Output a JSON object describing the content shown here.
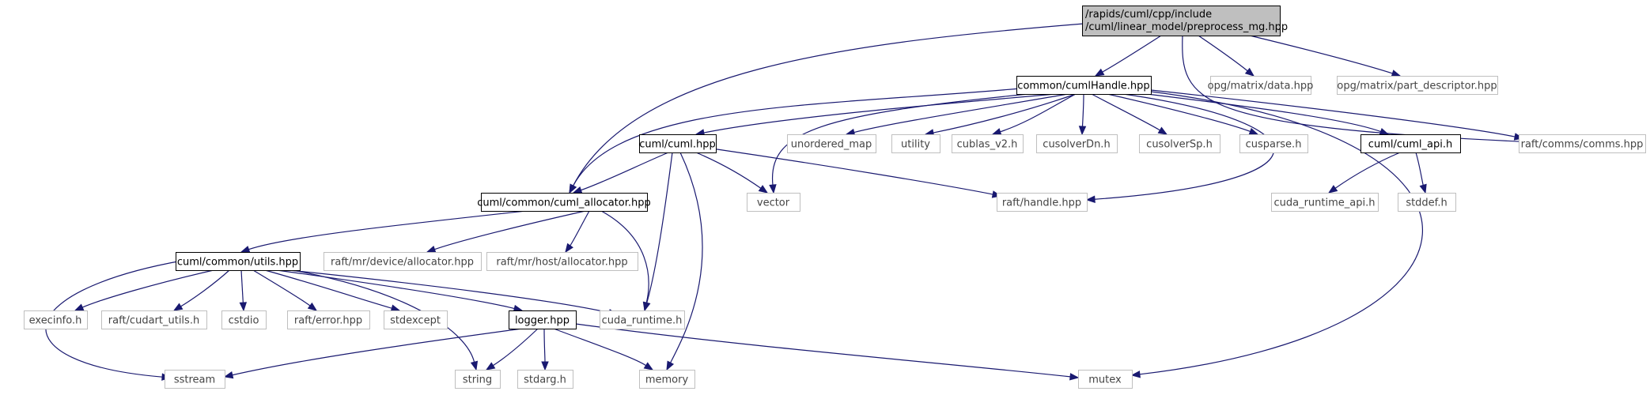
{
  "graph": {
    "colors": {
      "root_fill": "#bfbfbf",
      "root_stroke": "#000000",
      "documented_stroke": "#000000",
      "external_stroke": "#bfbfbf",
      "edge": "#191970"
    },
    "nodes": [
      {
        "id": "root",
        "kind": "root",
        "lines": [
          "/rapids/cuml/cpp/include",
          "/cuml/linear_model/preprocess_mg.hpp"
        ]
      },
      {
        "id": "cumlHandle",
        "kind": "documented",
        "lines": [
          "common/cumlHandle.hpp"
        ]
      },
      {
        "id": "opgData",
        "kind": "external",
        "lines": [
          "opg/matrix/data.hpp"
        ]
      },
      {
        "id": "opgPart",
        "kind": "external",
        "lines": [
          "opg/matrix/part_descriptor.hpp"
        ]
      },
      {
        "id": "cumlHpp",
        "kind": "documented",
        "lines": [
          "cuml/cuml.hpp"
        ]
      },
      {
        "id": "unorderedMap",
        "kind": "external",
        "lines": [
          "unordered_map"
        ]
      },
      {
        "id": "utility",
        "kind": "external",
        "lines": [
          "utility"
        ]
      },
      {
        "id": "cublas",
        "kind": "external",
        "lines": [
          "cublas_v2.h"
        ]
      },
      {
        "id": "cusolverDn",
        "kind": "external",
        "lines": [
          "cusolverDn.h"
        ]
      },
      {
        "id": "cusolverSp",
        "kind": "external",
        "lines": [
          "cusolverSp.h"
        ]
      },
      {
        "id": "cusparse",
        "kind": "external",
        "lines": [
          "cusparse.h"
        ]
      },
      {
        "id": "cumlApi",
        "kind": "documented",
        "lines": [
          "cuml/cuml_api.h"
        ]
      },
      {
        "id": "raftComms",
        "kind": "external",
        "lines": [
          "raft/comms/comms.hpp"
        ]
      },
      {
        "id": "cumlAlloc",
        "kind": "documented",
        "lines": [
          "cuml/common/cuml_allocator.hpp"
        ]
      },
      {
        "id": "vector",
        "kind": "external",
        "lines": [
          "vector"
        ]
      },
      {
        "id": "raftHandle",
        "kind": "external",
        "lines": [
          "raft/handle.hpp"
        ]
      },
      {
        "id": "cudaRuntimeApi",
        "kind": "external",
        "lines": [
          "cuda_runtime_api.h"
        ]
      },
      {
        "id": "stddef",
        "kind": "external",
        "lines": [
          "stddef.h"
        ]
      },
      {
        "id": "utils",
        "kind": "documented",
        "lines": [
          "cuml/common/utils.hpp"
        ]
      },
      {
        "id": "raftDevAlloc",
        "kind": "external",
        "lines": [
          "raft/mr/device/allocator.hpp"
        ]
      },
      {
        "id": "raftHostAlloc",
        "kind": "external",
        "lines": [
          "raft/mr/host/allocator.hpp"
        ]
      },
      {
        "id": "execinfo",
        "kind": "external",
        "lines": [
          "execinfo.h"
        ]
      },
      {
        "id": "cudartUtils",
        "kind": "external",
        "lines": [
          "raft/cudart_utils.h"
        ]
      },
      {
        "id": "cstdio",
        "kind": "external",
        "lines": [
          "cstdio"
        ]
      },
      {
        "id": "raftError",
        "kind": "external",
        "lines": [
          "raft/error.hpp"
        ]
      },
      {
        "id": "stdexcept",
        "kind": "external",
        "lines": [
          "stdexcept"
        ]
      },
      {
        "id": "logger",
        "kind": "documented",
        "lines": [
          "logger.hpp"
        ]
      },
      {
        "id": "cudaRuntime",
        "kind": "external",
        "lines": [
          "cuda_runtime.h"
        ]
      },
      {
        "id": "sstream",
        "kind": "external",
        "lines": [
          "sstream"
        ]
      },
      {
        "id": "string",
        "kind": "external",
        "lines": [
          "string"
        ]
      },
      {
        "id": "stdarg",
        "kind": "external",
        "lines": [
          "stdarg.h"
        ]
      },
      {
        "id": "memory",
        "kind": "external",
        "lines": [
          "memory"
        ]
      },
      {
        "id": "mutex",
        "kind": "external",
        "lines": [
          "mutex"
        ]
      }
    ],
    "edges": [
      [
        "root",
        "cumlHandle"
      ],
      [
        "root",
        "cumlAlloc"
      ],
      [
        "root",
        "opgData"
      ],
      [
        "root",
        "opgPart"
      ],
      [
        "root",
        "raftComms"
      ],
      [
        "cumlHandle",
        "cumlHpp"
      ],
      [
        "cumlHandle",
        "unorderedMap"
      ],
      [
        "cumlHandle",
        "utility"
      ],
      [
        "cumlHandle",
        "cublas"
      ],
      [
        "cumlHandle",
        "cusolverDn"
      ],
      [
        "cumlHandle",
        "cusolverSp"
      ],
      [
        "cumlHandle",
        "cusparse"
      ],
      [
        "cumlHandle",
        "cumlApi"
      ],
      [
        "cumlHandle",
        "raftComms"
      ],
      [
        "cumlHandle",
        "cumlAlloc"
      ],
      [
        "cumlHandle",
        "vector"
      ],
      [
        "cumlHandle",
        "raftHandle"
      ],
      [
        "cumlHandle",
        "mutex"
      ],
      [
        "cumlHpp",
        "cumlAlloc"
      ],
      [
        "cumlHpp",
        "vector"
      ],
      [
        "cumlHpp",
        "raftHandle"
      ],
      [
        "cumlHpp",
        "cudaRuntime"
      ],
      [
        "cumlHpp",
        "memory"
      ],
      [
        "cumlApi",
        "cudaRuntimeApi"
      ],
      [
        "cumlApi",
        "stddef"
      ],
      [
        "cumlAlloc",
        "utils"
      ],
      [
        "cumlAlloc",
        "raftDevAlloc"
      ],
      [
        "cumlAlloc",
        "raftHostAlloc"
      ],
      [
        "cumlAlloc",
        "cudaRuntime"
      ],
      [
        "utils",
        "execinfo"
      ],
      [
        "utils",
        "cudartUtils"
      ],
      [
        "utils",
        "cstdio"
      ],
      [
        "utils",
        "raftError"
      ],
      [
        "utils",
        "stdexcept"
      ],
      [
        "utils",
        "logger"
      ],
      [
        "utils",
        "cudaRuntime"
      ],
      [
        "utils",
        "sstream"
      ],
      [
        "utils",
        "string"
      ],
      [
        "logger",
        "sstream"
      ],
      [
        "logger",
        "string"
      ],
      [
        "logger",
        "stdarg"
      ],
      [
        "logger",
        "memory"
      ],
      [
        "logger",
        "mutex"
      ]
    ]
  }
}
